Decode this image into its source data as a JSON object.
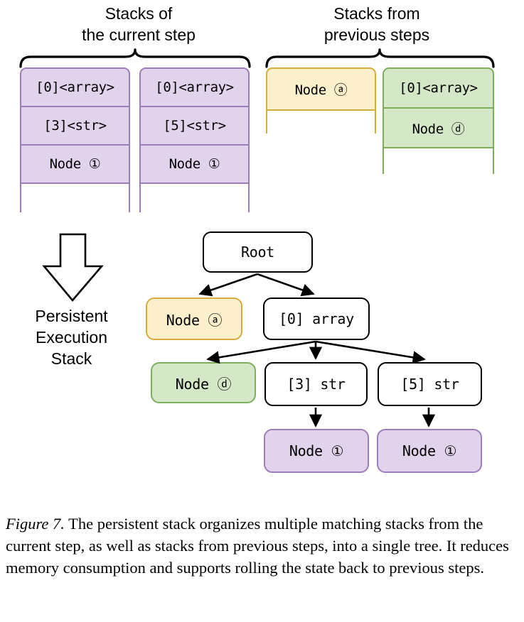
{
  "headers": {
    "current": "Stacks of\nthe current step",
    "previous": "Stacks from\nprevious steps"
  },
  "stacks": [
    {
      "group": "current",
      "color": "purple",
      "cells": [
        "[0]<array>",
        "[3]<str>",
        "Node ①"
      ],
      "has_tail": true
    },
    {
      "group": "current",
      "color": "purple",
      "cells": [
        "[0]<array>",
        "[5]<str>",
        "Node ①"
      ],
      "has_tail": true
    },
    {
      "group": "previous",
      "color": "yellow",
      "cells": [
        "Node ⓐ"
      ],
      "has_tail": true
    },
    {
      "group": "previous",
      "color": "green",
      "cells": [
        "[0]<array>",
        "Node ⓓ"
      ],
      "has_tail": true
    }
  ],
  "transform": {
    "arrow_icon": "down-block-arrow",
    "label": "Persistent\nExecution\nStack"
  },
  "tree": {
    "nodes": [
      {
        "id": "root",
        "label": "Root",
        "style": "plain"
      },
      {
        "id": "node-a",
        "label": "Node ⓐ",
        "style": "yellow"
      },
      {
        "id": "array0",
        "label": "[0] array",
        "style": "plain"
      },
      {
        "id": "node-d",
        "label": "Node ⓓ",
        "style": "green"
      },
      {
        "id": "str3",
        "label": "[3] str",
        "style": "plain"
      },
      {
        "id": "str5",
        "label": "[5] str",
        "style": "plain"
      },
      {
        "id": "node-1a",
        "label": "Node ①",
        "style": "purple"
      },
      {
        "id": "node-1b",
        "label": "Node ①",
        "style": "purple"
      }
    ],
    "edges": [
      {
        "from": "root",
        "to": "node-a"
      },
      {
        "from": "root",
        "to": "array0"
      },
      {
        "from": "array0",
        "to": "node-d"
      },
      {
        "from": "array0",
        "to": "str3"
      },
      {
        "from": "array0",
        "to": "str5"
      },
      {
        "from": "str3",
        "to": "node-1a"
      },
      {
        "from": "str5",
        "to": "node-1b"
      }
    ]
  },
  "caption": {
    "label": "Figure 7.",
    "text": " The persistent stack organizes multiple matching stacks from the current step, as well as stacks from previous steps, into a single tree. It reduces memory consumption and supports rolling the state back to previous steps."
  },
  "colors": {
    "purple_fill": "#e2d3ec",
    "purple_border": "#9d7cba",
    "yellow_fill": "#fbf0cb",
    "yellow_border": "#d7ac3d",
    "green_fill": "#d4e8c7",
    "green_border": "#7cae5d",
    "stroke": "#000000",
    "background": "#ffffff"
  }
}
